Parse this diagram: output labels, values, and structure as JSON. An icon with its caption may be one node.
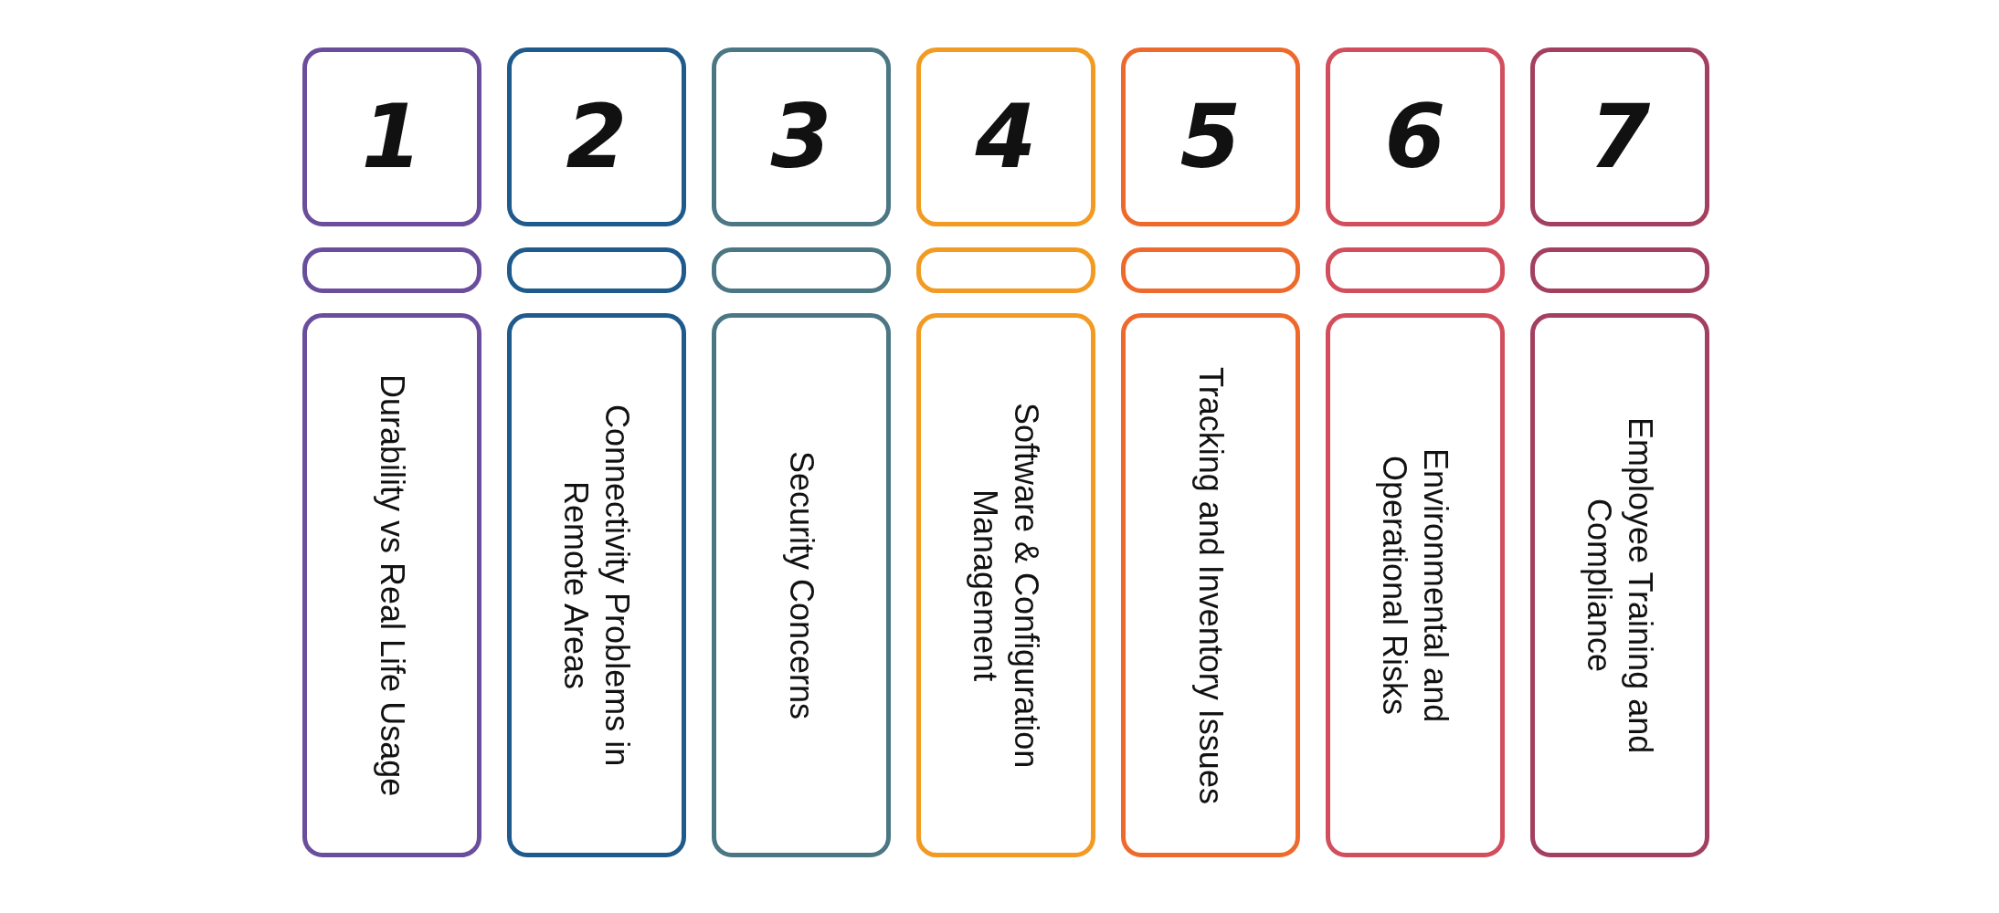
{
  "diagram": {
    "nodes": [
      {
        "text": [
          "1"
        ]
      },
      {
        "text": [],
        "shape": "box"
      },
      {
        "text": [
          "Durability vs Real Life Usage"
        ]
      },
      {
        "text": [
          "2"
        ]
      },
      {
        "text": [],
        "shape": "box"
      },
      {
        "text": [
          "Connectivity Problems in Remote Areas"
        ]
      },
      {
        "text": [
          "3"
        ]
      },
      {
        "text": [],
        "shape": "box"
      },
      {
        "text": [
          "Security Concerns"
        ]
      },
      {
        "text": [
          "4"
        ]
      },
      {
        "text": [],
        "shape": "box"
      },
      {
        "text": [
          "Software & Configuration Management"
        ]
      },
      {
        "text": [
          "5"
        ]
      },
      {
        "text": [],
        "shape": "box"
      },
      {
        "text": [
          "Tracking and Inventory Issues"
        ]
      },
      {
        "text": [
          "6"
        ]
      },
      {
        "text": [],
        "shape": "box"
      },
      {
        "text": [
          "Environmental and Operational Risks"
        ]
      },
      {
        "text": [
          "7"
        ]
      },
      {
        "text": [],
        "shape": "box"
      },
      {
        "text": [
          "Employee Training and Compliance"
        ]
      }
    ],
    "edges": []
  }
}
